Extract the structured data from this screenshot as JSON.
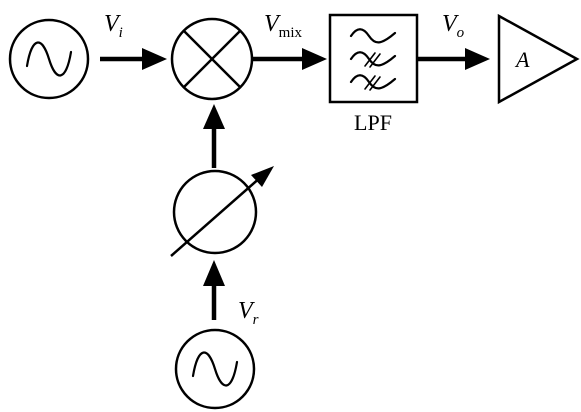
{
  "labels": {
    "input_signal": {
      "main": "V",
      "sub": "i"
    },
    "mixer_output": {
      "main": "V",
      "sub": "mix"
    },
    "filter_output": {
      "main": "V",
      "sub": "o"
    },
    "reference_signal": {
      "main": "V",
      "sub": "r"
    }
  },
  "filter_caption": "LPF",
  "amplifier_label": "A",
  "icons": {
    "input_source": "sine-source-icon",
    "mixer": "multiplier-cross-icon",
    "phase_shifter": "variable-phase-shifter-icon",
    "low_pass_filter": "filter-wave-icon",
    "amplifier": "triangle-amplifier-icon",
    "reference_source": "sine-source-icon"
  }
}
